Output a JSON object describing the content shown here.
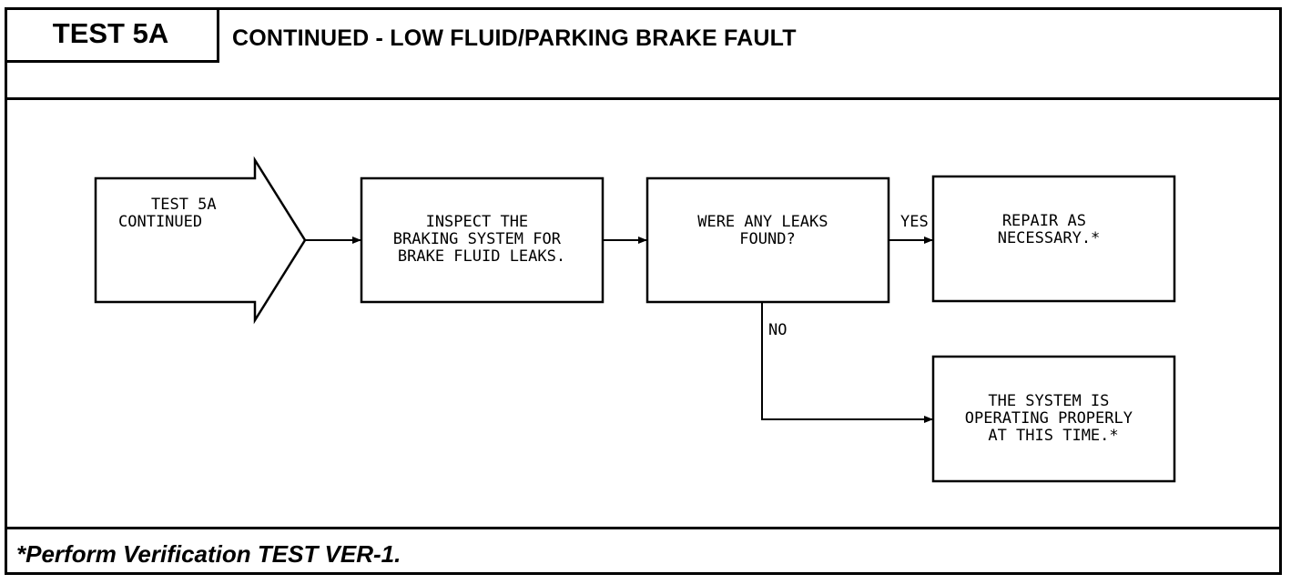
{
  "header": {
    "test_label": "TEST 5A",
    "title": "CONTINUED - LOW FLUID/PARKING BRAKE FAULT"
  },
  "diagram": {
    "start": {
      "lines": [
        "TEST 5A",
        "CONTINUED"
      ]
    },
    "inspect": {
      "lines": [
        "INSPECT THE",
        "BRAKING SYSTEM FOR",
        "BRAKE FLUID LEAKS."
      ]
    },
    "decision": {
      "lines": [
        "WERE ANY LEAKS",
        "FOUND?"
      ]
    },
    "repair": {
      "lines": [
        "REPAIR AS",
        "NECESSARY.*"
      ]
    },
    "ok": {
      "lines": [
        "THE SYSTEM IS",
        "OPERATING PROPERLY",
        "AT THIS TIME.*"
      ]
    },
    "yes_label": "YES",
    "no_label": "NO"
  },
  "footer": {
    "note": "*Perform Verification TEST VER-1."
  }
}
